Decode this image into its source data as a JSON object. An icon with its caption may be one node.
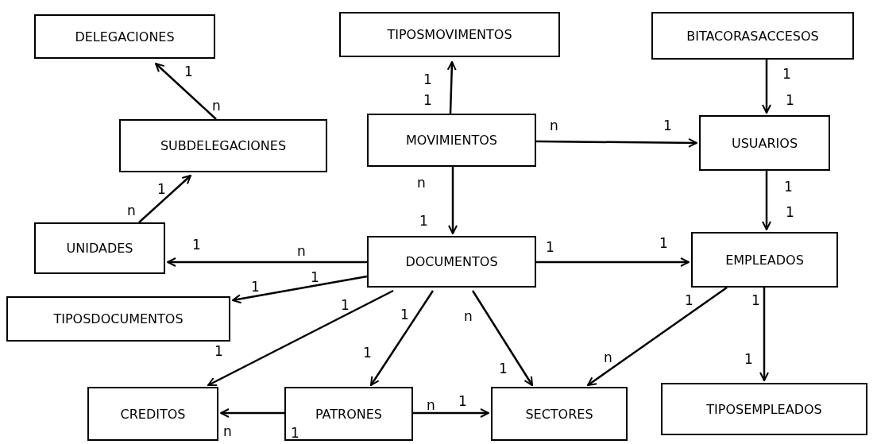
{
  "diagram": {
    "nodes": [
      {
        "text": [
          "DELEGACIONES"
        ]
      },
      {
        "text": [
          "TIPOSMOVIMENTOS"
        ]
      },
      {
        "text": [
          "BITACORASACCESOS"
        ]
      },
      {
        "text": [
          "SUBDELEGACIONES"
        ]
      },
      {
        "text": [
          "MOVIMIENTOS"
        ]
      },
      {
        "text": [
          "USUARIOS"
        ]
      },
      {
        "text": [
          "UNIDADES"
        ]
      },
      {
        "text": [
          "DOCUMENTOS"
        ]
      },
      {
        "text": [
          "EMPLEADOS"
        ]
      },
      {
        "text": [
          "TIPOSDOCUMENTOS"
        ]
      },
      {
        "text": [
          "CREDITOS"
        ]
      },
      {
        "text": [
          "PATRONES"
        ]
      },
      {
        "text": [
          "SECTORES"
        ]
      },
      {
        "text": [
          "TIPOSEMPLEADOS"
        ]
      }
    ],
    "edges": [
      {
        "from": 3,
        "to": 0,
        "arrow": "to"
      },
      {
        "from": 6,
        "to": 3,
        "arrow": "to"
      },
      {
        "from": 4,
        "to": 1,
        "arrow": "to"
      },
      {
        "from": 4,
        "to": 5,
        "arrow": "to"
      },
      {
        "from": 4,
        "to": 7,
        "arrow": "to"
      },
      {
        "from": 2,
        "to": 5,
        "arrow": "to"
      },
      {
        "from": 5,
        "to": 8,
        "arrow": "to"
      },
      {
        "from": 7,
        "to": 6,
        "arrow": "to"
      },
      {
        "from": 7,
        "to": 9,
        "arrow": "to"
      },
      {
        "from": 7,
        "to": 10,
        "arrow": "to"
      },
      {
        "from": 7,
        "to": 11,
        "arrow": "to"
      },
      {
        "from": 7,
        "to": 12,
        "arrow": "to"
      },
      {
        "from": 7,
        "to": 8,
        "arrow": "to"
      },
      {
        "from": 8,
        "to": 12,
        "arrow": "to"
      },
      {
        "from": 8,
        "to": 13,
        "arrow": "to"
      },
      {
        "from": 11,
        "to": 10,
        "arrow": "to"
      },
      {
        "from": 11,
        "to": 12,
        "arrow": "to"
      }
    ],
    "labels": [
      "1",
      "n",
      "1",
      "1",
      "n",
      "1",
      "1",
      "1",
      "1",
      "n",
      "n",
      "1",
      "1",
      "1",
      "1",
      "n",
      "1",
      "1",
      "1",
      "1",
      "1",
      "1",
      "n",
      "1",
      "1",
      "1",
      "1",
      "1",
      "n",
      "1",
      "n",
      "1",
      "n",
      "1"
    ]
  }
}
